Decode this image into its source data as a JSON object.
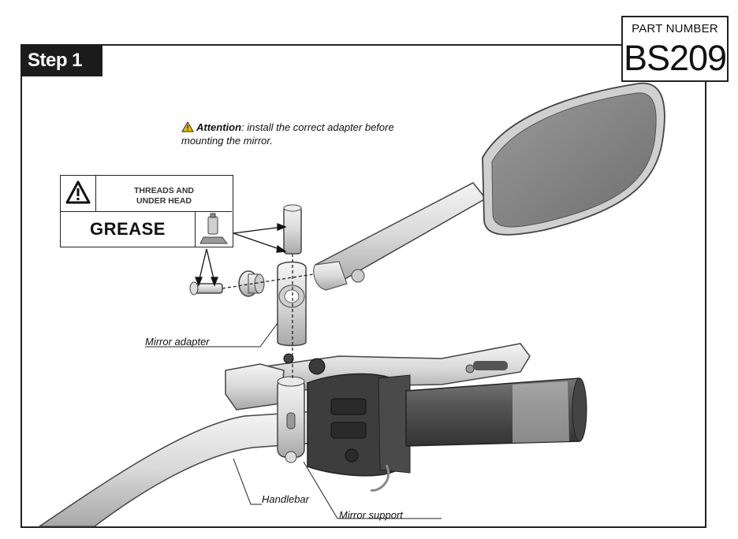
{
  "step": {
    "label": "Step 1"
  },
  "part": {
    "label": "PART NUMBER",
    "number": "BS209"
  },
  "attention": {
    "lead": "Attention",
    "text_line1": ": install the correct adapter before",
    "text_line2": "mounting the mirror."
  },
  "grease_card": {
    "instruction_line1": "THREADS AND",
    "instruction_line2": "UNDER HEAD",
    "word": "GREASE"
  },
  "callouts": {
    "mirror_adapter": "Mirror adapter",
    "handlebar": "Handlebar",
    "mirror_support": "Mirror support"
  },
  "colors": {
    "frame": "#222222",
    "tab": "#1c1c1c",
    "warning": "#f2c100"
  }
}
